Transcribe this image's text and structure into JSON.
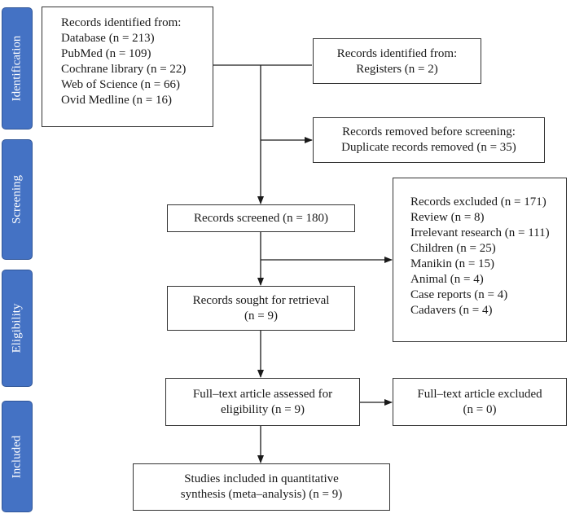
{
  "phases": {
    "identification": "Identification",
    "screening": "Screening",
    "eligibility": "Eligibility",
    "included": "Included"
  },
  "identified_db": {
    "heading": "Records identified from:",
    "items": [
      "Database (n = 213)",
      "PubMed (n = 109)",
      "Cochrane library (n = 22)",
      "Web of Science (n = 66)",
      "Ovid Medline (n = 16)"
    ]
  },
  "identified_registers": {
    "heading": "Records identified from:",
    "line2": "Registers (n = 2)"
  },
  "removed": {
    "heading": "Records removed before screening:",
    "line2": "Duplicate records removed (n = 35)"
  },
  "screened": {
    "line1": "Records screened (n = 180)"
  },
  "excluded": {
    "heading": "Records excluded (n = 171)",
    "items": [
      "Review (n = 8)",
      "Irrelevant research (n = 111)",
      "Children (n = 25)",
      "Manikin (n = 15)",
      "Animal (n = 4)",
      "Case reports (n = 4)",
      "Cadavers (n = 4)"
    ]
  },
  "retrieval": {
    "line1": "Records sought for retrieval",
    "line2": "(n = 9)"
  },
  "fulltext": {
    "line1": "Full–text article assessed for",
    "line2": "eligibility (n = 9)"
  },
  "fulltext_excluded": {
    "line1": "Full–text article excluded",
    "line2": "(n = 0)"
  },
  "included_studies": {
    "line1": "Studies included in quantitative",
    "line2": "synthesis (meta–analysis) (n = 9)"
  },
  "colors": {
    "phase_fill": "#4472c4",
    "phase_text": "#ffffff",
    "box_border": "#333333",
    "arrow": "#1a1a1a"
  }
}
